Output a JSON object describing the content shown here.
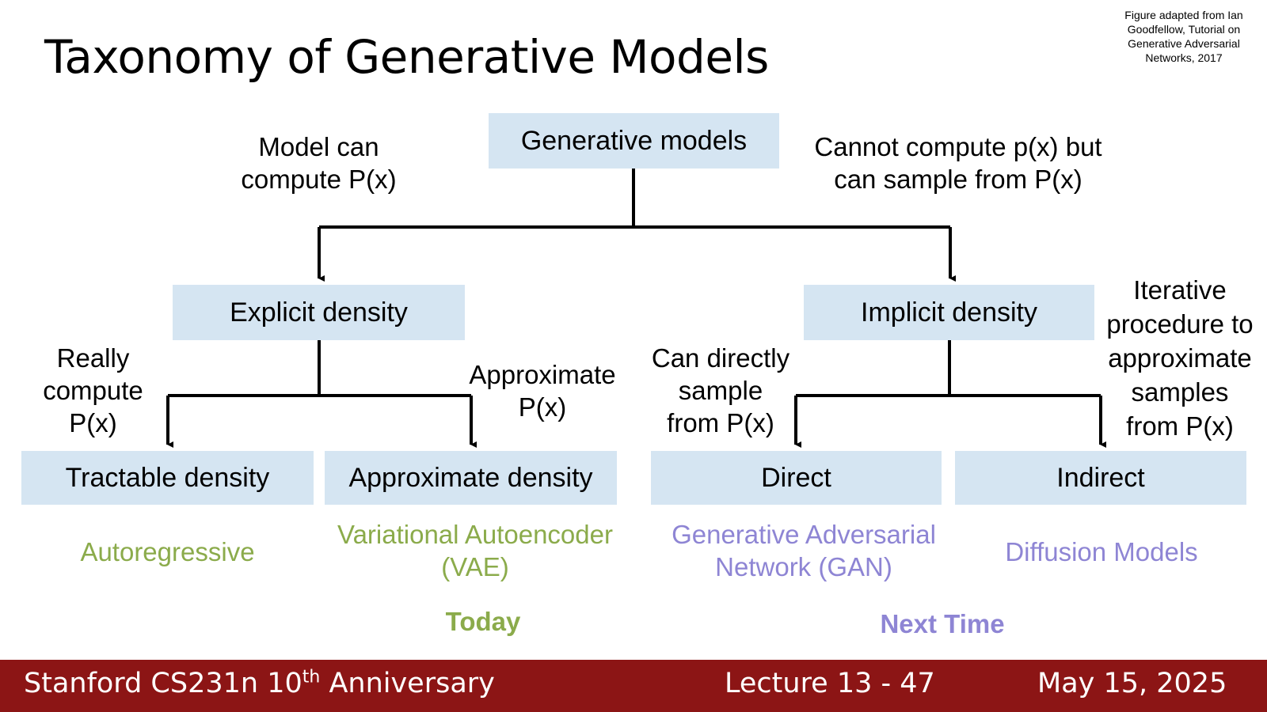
{
  "slide": {
    "title": "Taxonomy of Generative Models",
    "credit_lines": [
      "Figure adapted from Ian",
      "Goodfellow, Tutorial on",
      "Generative Adversarial",
      "Networks, 2017"
    ]
  },
  "tree": {
    "root": "Generative models",
    "left_branch_note": [
      "Model can",
      "compute P(x)"
    ],
    "right_branch_note": [
      "Cannot compute p(x) but",
      "can sample from P(x)"
    ],
    "explicit": "Explicit density",
    "implicit": "Implicit density",
    "tractable_note": [
      "Really",
      "compute",
      "P(x)"
    ],
    "approx_note": [
      "Approximate",
      "P(x)"
    ],
    "direct_note": [
      "Can directly",
      "sample",
      "from P(x)"
    ],
    "indirect_note": [
      "Iterative",
      "procedure to",
      "approximate",
      "samples",
      "from P(x)"
    ],
    "tractable": "Tractable density",
    "approximate": "Approximate density",
    "direct": "Direct",
    "indirect": "Indirect"
  },
  "models": {
    "autoregressive": "Autoregressive",
    "vae": [
      "Variational Autoencoder",
      "(VAE)"
    ],
    "gan": [
      "Generative Adversarial",
      "Network (GAN)"
    ],
    "diffusion": "Diffusion Models",
    "today": "Today",
    "next_time": "Next Time"
  },
  "colors": {
    "box_fill": "#d5e5f2",
    "today_green": "#8bab4b",
    "next_purple": "#8e85d4",
    "footer_red": "#8c1515"
  },
  "footer": {
    "course_prefix": "Stanford CS231n 10",
    "course_sup": "th",
    "course_suffix": " Anniversary",
    "lecture": "Lecture 13 -  47",
    "date": "May 15, 2025"
  }
}
